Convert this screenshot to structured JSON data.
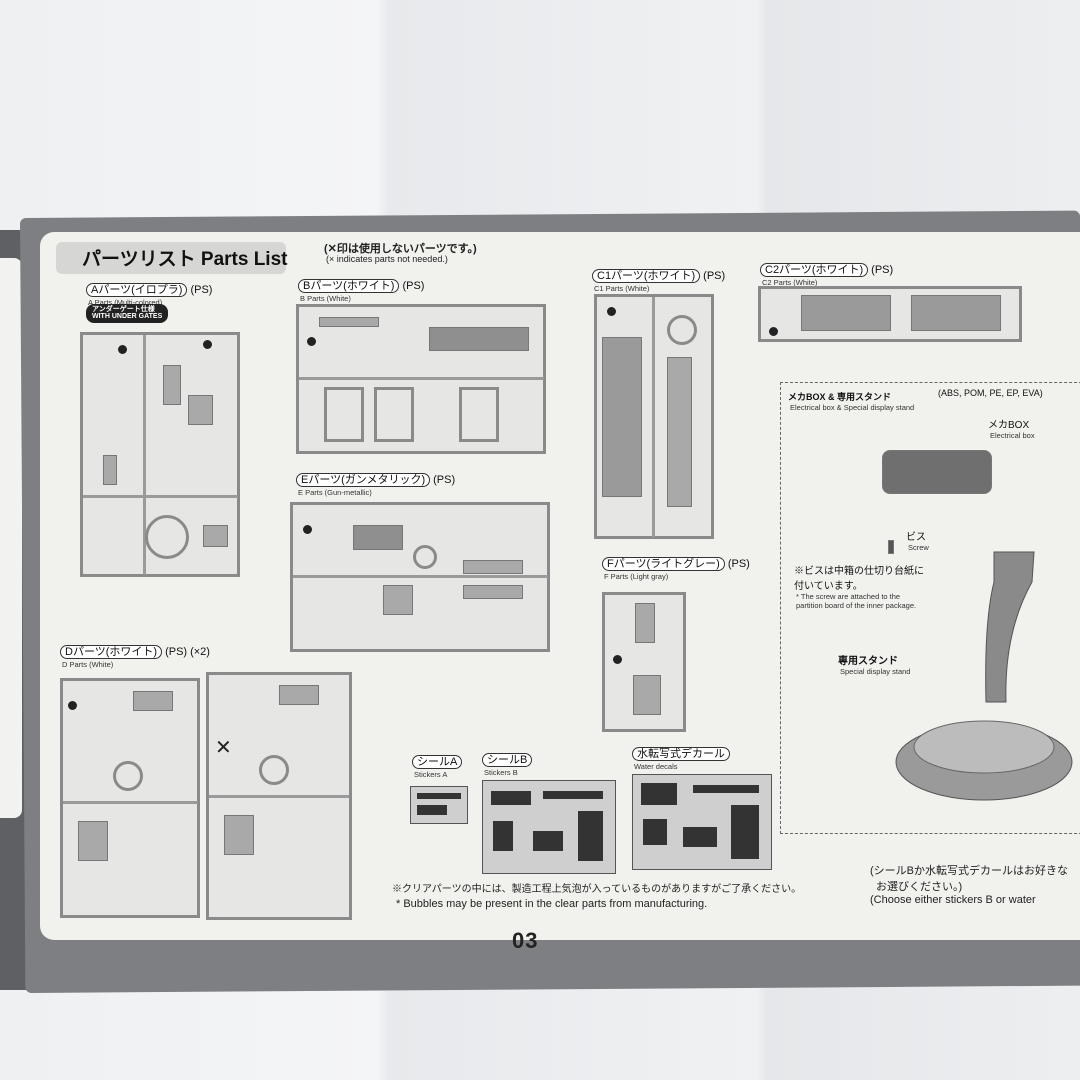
{
  "header": {
    "title": "パーツリスト Parts List",
    "note_ja": "(✕印は使用しないパーツです。)",
    "note_en": "(× indicates parts not needed.)"
  },
  "parts": {
    "a": {
      "ja": "Aパーツ(イロプラ)",
      "ps": "(PS)",
      "en": "A Parts (Multi-colored)",
      "badge_ja": "アンダーゲート仕様",
      "badge_en": "WITH UNDER GATES"
    },
    "b": {
      "ja": "Bパーツ(ホワイト)",
      "ps": "(PS)",
      "en": "B Parts (White)"
    },
    "c1": {
      "ja": "C1パーツ(ホワイト)",
      "ps": "(PS)",
      "en": "C1 Parts (White)"
    },
    "c2": {
      "ja": "C2パーツ(ホワイト)",
      "ps": "(PS)",
      "en": "C2 Parts (White)"
    },
    "d": {
      "ja": "Dパーツ(ホワイト)",
      "ps": "(PS)",
      "qty": "(×2)",
      "en": "D Parts (White)"
    },
    "e": {
      "ja": "Eパーツ(ガンメタリック)",
      "ps": "(PS)",
      "en": "E Parts (Gun-metallic)"
    },
    "f": {
      "ja": "Fパーツ(ライトグレー)",
      "ps": "(PS)",
      "en": "F Parts (Light gray)"
    }
  },
  "mecha": {
    "ja": "メカBOX & 専用スタンド",
    "en": "Electrical box & Special display stand",
    "materials": "(ABS, POM, PE, EP, EVA)",
    "box_ja": "メカBOX",
    "box_en": "Electrical box",
    "screw_ja": "ビス",
    "screw_en": "Screw",
    "screw_note_ja_1": "※ビスは中箱の仕切り台紙に",
    "screw_note_ja_2": "付いています。",
    "screw_note_en_1": "* The screw are attached to the",
    "screw_note_en_2": "partition board of the inner package.",
    "stand_ja": "専用スタンド",
    "stand_en": "Special display stand"
  },
  "stickers": {
    "a_ja": "シールA",
    "a_en": "Stickers A",
    "b_ja": "シールB",
    "b_en": "Stickers B",
    "w_ja": "水転写式デカール",
    "w_en": "Water decals"
  },
  "footnote": {
    "ja": "※クリアパーツの中には、製造工程上気泡が入っているものがありますがご了承ください。",
    "en": "* Bubbles may be present in the clear parts from manufacturing."
  },
  "choose": {
    "ja_1": "(シールBか水転写式デカールはお好きな",
    "ja_2": "お選びください。)",
    "en": "(Choose either stickers B or water"
  },
  "page_number": "03"
}
